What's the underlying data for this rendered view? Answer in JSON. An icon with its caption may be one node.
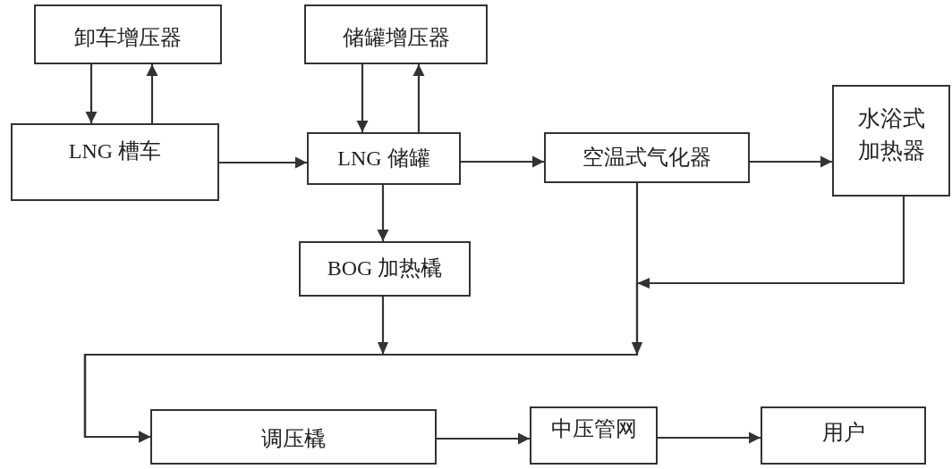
{
  "diagram": {
    "nodes": [
      {
        "text": [
          "卸车增压器"
        ]
      },
      {
        "text": [
          "储罐增压器"
        ]
      },
      {
        "text": [
          "LNG 槽车"
        ]
      },
      {
        "text": [
          "LNG 储罐"
        ]
      },
      {
        "text": [
          "空温式气化器"
        ]
      },
      {
        "text": [
          "水浴式加热器"
        ]
      },
      {
        "text": [
          "BOG 加热橇"
        ]
      },
      {
        "text": [
          "调压橇"
        ]
      },
      {
        "text": [
          "中压管网"
        ]
      },
      {
        "text": [
          "用户"
        ]
      }
    ],
    "edges": [
      {
        "from": 0,
        "to": 2,
        "arrow": "to"
      },
      {
        "from": 2,
        "to": 0,
        "arrow": "to"
      },
      {
        "from": 1,
        "to": 3,
        "arrow": "to"
      },
      {
        "from": 3,
        "to": 1,
        "arrow": "to"
      },
      {
        "from": 2,
        "to": 3,
        "arrow": "to"
      },
      {
        "from": 3,
        "to": 4,
        "arrow": "to"
      },
      {
        "from": 4,
        "to": 5,
        "arrow": "to"
      },
      {
        "from": 3,
        "to": 6,
        "arrow": "to"
      },
      {
        "from": 6,
        "to": 7,
        "arrow": "to"
      },
      {
        "from": 4,
        "to": 7,
        "arrow": "to"
      },
      {
        "from": 5,
        "to": 7,
        "arrow": "to"
      },
      {
        "from": 7,
        "to": 8,
        "arrow": "to"
      },
      {
        "from": 8,
        "to": 9,
        "arrow": "to"
      }
    ]
  }
}
